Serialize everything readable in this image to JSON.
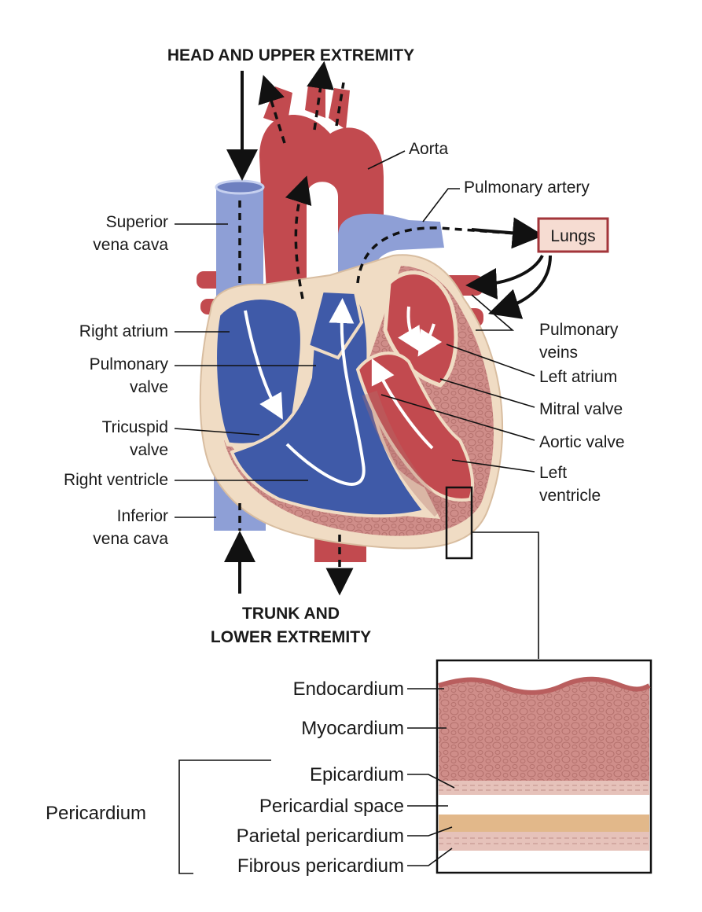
{
  "labels": {
    "head": "HEAD AND UPPER EXTREMITY",
    "trunk_line1": "TRUNK AND",
    "trunk_line2": "LOWER EXTREMITY",
    "aorta": "Aorta",
    "pulmonary_artery": "Pulmonary artery",
    "lungs": "Lungs",
    "svc_line1": "Superior",
    "svc_line2": "vena cava",
    "right_atrium": "Right atrium",
    "pulm_valve_line1": "Pulmonary",
    "pulm_valve_line2": "valve",
    "tricuspid_line1": "Tricuspid",
    "tricuspid_line2": "valve",
    "right_ventricle": "Right ventricle",
    "ivc_line1": "Inferior",
    "ivc_line2": "vena cava",
    "pulm_veins_line1": "Pulmonary",
    "pulm_veins_line2": "veins",
    "left_atrium": "Left atrium",
    "mitral_valve": "Mitral valve",
    "aortic_valve": "Aortic valve",
    "lv_line1": "Left",
    "lv_line2": "ventricle",
    "endocardium": "Endocardium",
    "myocardium": "Myocardium",
    "epicardium": "Epicardium",
    "pericardial_space": "Pericardial space",
    "parietal_pericardium": "Parietal pericardium",
    "fibrous_pericardium": "Fibrous pericardium",
    "pericardium": "Pericardium"
  },
  "colors": {
    "deoxygenated": "#3f5aa8",
    "vein_light": "#8e9fd6",
    "oxygenated": "#c24a4f",
    "artery_light": "#d97a72",
    "myocardium": "#c98583",
    "epicardium_fat": "#f0dcc4",
    "lungs_box": "#f6dcd2",
    "lungs_border": "#a3353a"
  }
}
